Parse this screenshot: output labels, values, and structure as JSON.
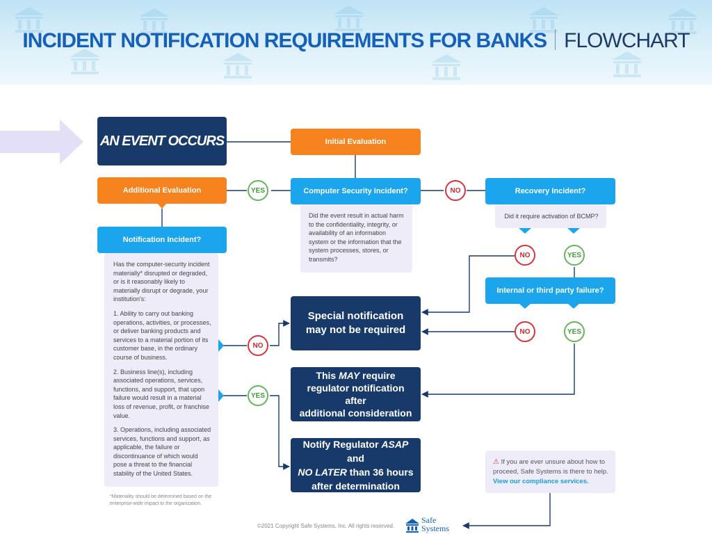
{
  "header": {
    "title": "INCIDENT NOTIFICATION REQUIREMENTS FOR BANKS",
    "subtitle": "FLOWCHART"
  },
  "colors": {
    "navy": "#173a6b",
    "orange": "#f7831f",
    "blue": "#1aa5ec",
    "lavender": "#eeecf9",
    "yes_green": "#63b65a",
    "no_red": "#d5343c",
    "title_blue": "#1560b8"
  },
  "nodes": {
    "event": "AN EVENT OCCURS",
    "initial_eval": "Initial Evaluation",
    "computer_security": "Computer Security Incident?",
    "computer_security_desc": "Did the event result in actual harm to the confidentiality, integrity, or availability of an information system or the information that the system processes, stores, or transmits?",
    "recovery": "Recovery Incident?",
    "recovery_desc": "Did it require activation of BCMP?",
    "additional_eval": "Additional Evaluation",
    "notification": "Notification Incident?",
    "notification_intro": "Has the computer-security incident materially* disrupted or degraded, or is it reasonably likely to materially disrupt or degrade, your institution's:",
    "notification_item1": "1. Ability to carry out banking operations, activities, or processes, or deliver banking products and services to a material portion of its customer base, in the ordinary course of business.",
    "notification_item2": "2. Business line(s), including associated operations, services, functions, and support, that upon failure would result in a material loss of revenue, profit, or franchise value.",
    "notification_item3": "3. Operations, including associated services, functions and support, as applicable, the failure or discontinuance of which would pose a threat to the financial stability of the United States.",
    "failure": "Internal or third party failure?",
    "special_line1": "Special notification",
    "special_line2": "may not be required",
    "may_line1a": "This ",
    "may_line1b": "MAY",
    "may_line1c": " require",
    "may_line2": "regulator notification after",
    "may_line3": "additional consideration",
    "notify_line1a": "Notify Regulator ",
    "notify_line1b": "ASAP",
    "notify_line1c": " and",
    "notify_line2a": "NO LATER",
    "notify_line2b": " than 36 hours",
    "notify_line3": "after determination"
  },
  "labels": {
    "yes": "YES",
    "no": "NO"
  },
  "footnote": "*Materiality should be determined based on the enterprise-wide impact to the organization.",
  "help": {
    "text": "If you are ever unsure about how to proceed, Safe Systems is there to help.",
    "link": "View our compliance services."
  },
  "footer": {
    "copyright": "©2021 Copyright Safe Systems, Inc. All rights reserved.",
    "brand_line1": "Safe",
    "brand_line2": "Systems"
  }
}
